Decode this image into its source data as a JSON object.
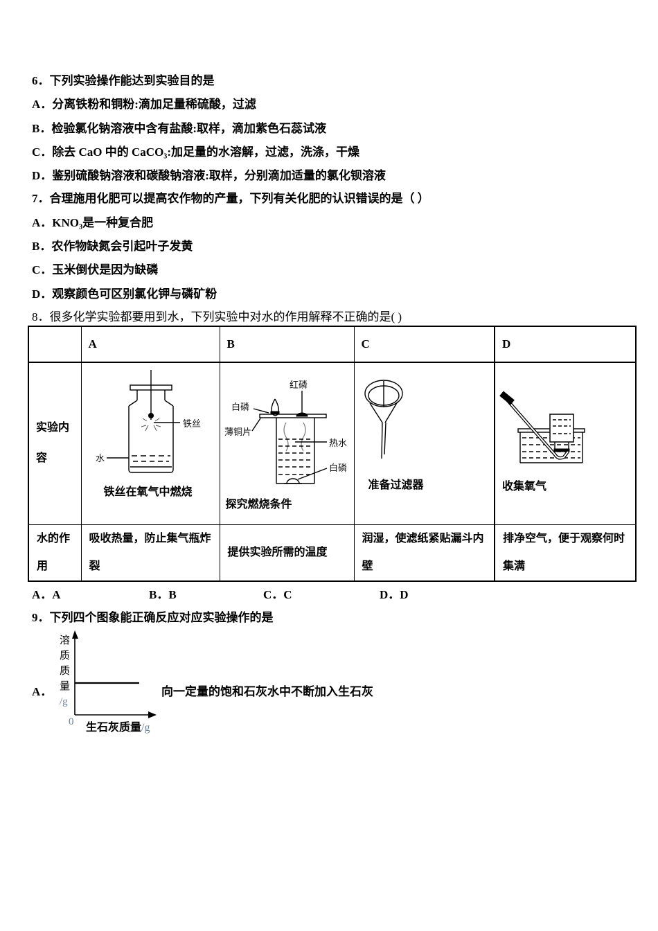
{
  "colors": {
    "muted_axis_text": "#6f7f95",
    "ink": "#000000",
    "paper": "#ffffff"
  },
  "q6": {
    "title": "6．下列实验操作能达到实验目的是",
    "options": [
      "A．分离铁粉和铜粉:滴加足量稀硫酸，过滤",
      "B．检验氯化钠溶液中含有盐酸:取样，滴加紫色石蕊试液",
      "C．除去 CaO 中的 CaCO₃:加足量的水溶解，过滤，洗涤，干燥",
      "D．鉴别硫酸钠溶液和碳酸钠溶液:取样，分别滴加适量的氯化钡溶液"
    ]
  },
  "q7": {
    "title": "7．合理施用化肥可以提高农作物的产量，下列有关化肥的认识错误的是（ ）",
    "options": [
      "A．KNO₃是一种复合肥",
      "B．农作物缺氮会引起叶子发黄",
      "C．玉米倒伏是因为缺磷",
      "D．观察颜色可区别氯化钾与磷矿粉"
    ]
  },
  "q8": {
    "title": "8．很多化学实验都要用到水，下列实验中对水的作用解释不正确的是( )",
    "table": {
      "row_label_content": "实验内容",
      "row_label_role": "水的作用",
      "columns": [
        {
          "header": "A",
          "caption": "铁丝在氧气中燃烧",
          "water_role": "吸收热量，防止集气瓶炸裂"
        },
        {
          "header": "B",
          "caption": "探究燃烧条件",
          "water_role": "提供实验所需的温度"
        },
        {
          "header": "C",
          "caption": "准备过滤器",
          "water_role": "润湿，使滤纸紧贴漏斗内壁"
        },
        {
          "header": "D",
          "caption": "收集氧气",
          "water_role": "排净空气，便于观察何时集满"
        }
      ],
      "diagram_labels": {
        "a_wire": "铁丝",
        "a_water": "水",
        "b_red_p": "红磷",
        "b_white_p_top": "白磷",
        "b_copper": "薄铜片",
        "b_hot_water": "热水",
        "b_white_p_bottom": "白磷"
      }
    },
    "answer_options": [
      "A．A",
      "B．B",
      "C．C",
      "D．D"
    ]
  },
  "q9": {
    "title": "9．下列四个图象能正确反应对应实验操作的是",
    "option_a_label": "A．",
    "description": "向一定量的饱和石灰水中不断加入生石灰",
    "axis": {
      "y_label": "溶质质量",
      "y_unit": "/g",
      "origin": "0",
      "x_label": "生石灰质量",
      "x_unit": "/g"
    }
  },
  "chart_data": {
    "type": "line",
    "title": "向一定量的饱和石灰水中不断加入生石灰",
    "xlabel": "生石灰质量/g",
    "ylabel": "溶质质量/g",
    "x": [
      0,
      10
    ],
    "series": [
      {
        "name": "溶质质量",
        "values": [
          [
            0,
            5
          ],
          [
            10,
            5
          ]
        ]
      }
    ],
    "note": "qualitative sketch: horizontal flat line at a constant positive solute mass; no numeric ticks shown, origin labeled 0"
  }
}
